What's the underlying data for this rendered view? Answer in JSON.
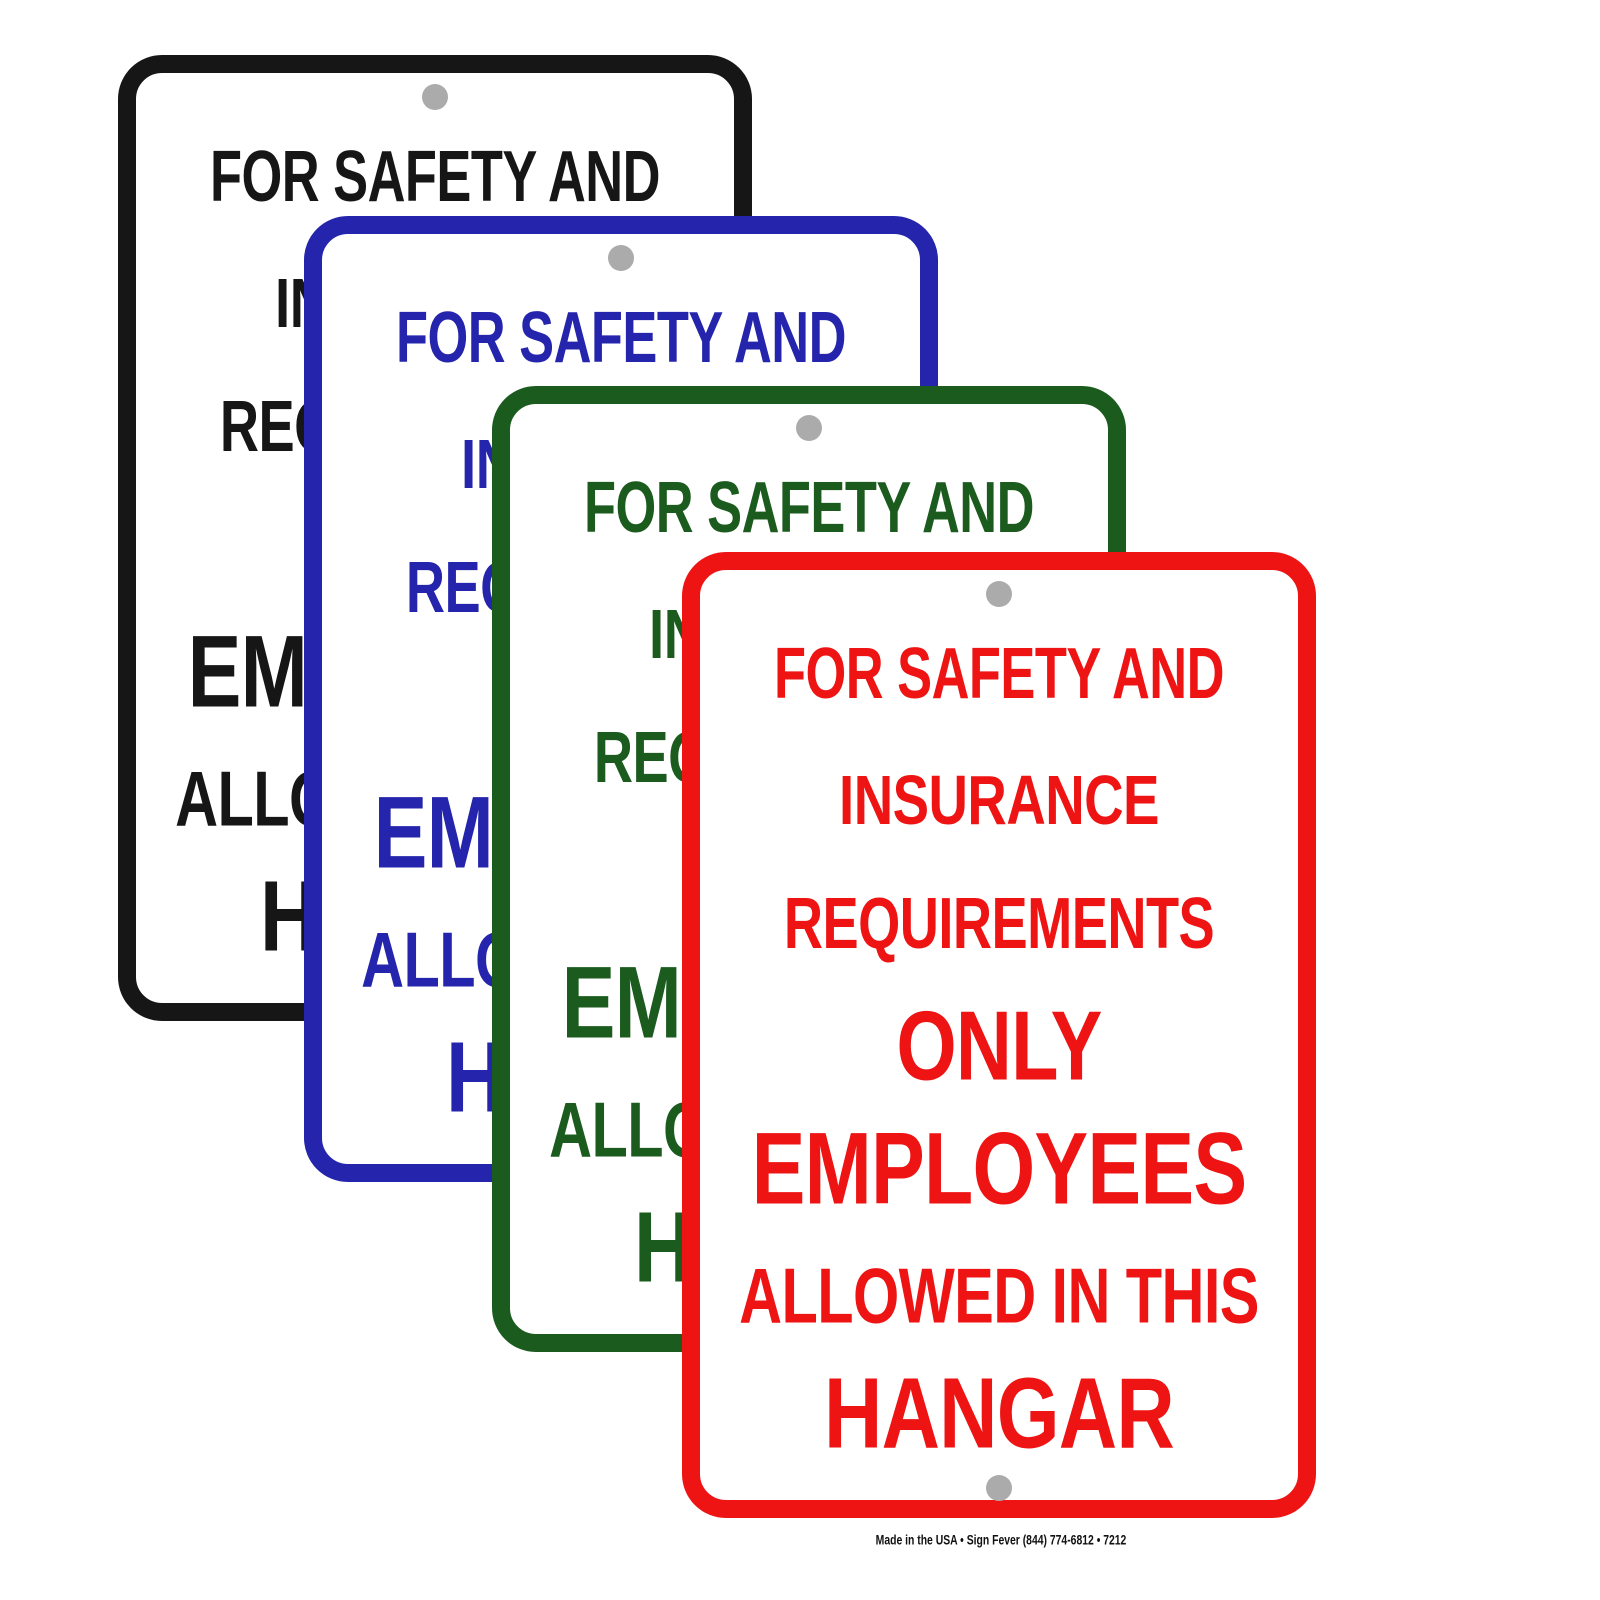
{
  "page": {
    "background": "#ffffff"
  },
  "signs": [
    {
      "id": "black",
      "color": "#161616"
    },
    {
      "id": "blue",
      "color": "#2424AC"
    },
    {
      "id": "green",
      "color": "#1B5B1E"
    },
    {
      "id": "red",
      "color": "#EE1414"
    }
  ],
  "hole_color": "#ABABAB",
  "sign_text": {
    "line1": "FOR SAFETY AND",
    "line2": "INSURANCE",
    "line3": "REQUIREMENTS",
    "line4": "ONLY",
    "line5": "EMPLOYEES",
    "line6": "ALLOWED IN THIS",
    "line7": "HANGAR"
  },
  "footer": {
    "note": "Made in the USA • Sign Fever (844) 774-6812 • 7212"
  }
}
